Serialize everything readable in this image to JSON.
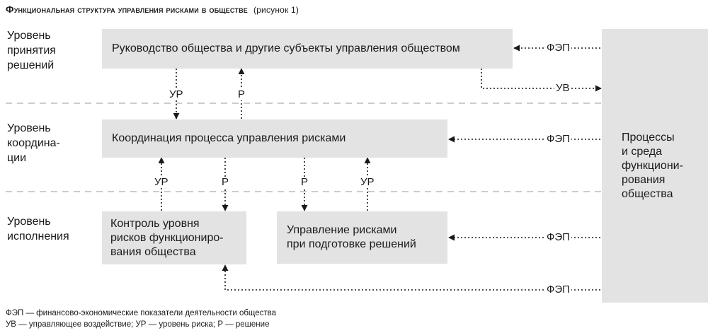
{
  "title": "Функциональная структура управления рисками в обществе",
  "title_ref": "(рисунок 1)",
  "levels": {
    "decision": [
      "Уровень",
      "принятия",
      "решений"
    ],
    "coordination": [
      "Уровень",
      "координа-",
      "ции"
    ],
    "execution": [
      "Уровень",
      "исполнения"
    ]
  },
  "boxes": {
    "management": "Руководство общества и другие субъекты управления обществом",
    "coordination": "Координация процесса управления рисками",
    "control": [
      "Контроль уровня",
      "рисков функциониро-",
      "вания общества"
    ],
    "decision_risk": [
      "Управление рисками",
      "при подготовке решений"
    ],
    "processes": [
      "Процессы",
      "и среда",
      "функциони-",
      "рования",
      "общества"
    ]
  },
  "labels": {
    "fep": "ФЭП",
    "uv": "УВ",
    "ur": "УР",
    "r": "Р"
  },
  "legend": {
    "line1": "ФЭП — финансово-экономические показатели деятельности общества",
    "line2": "УВ — управляющее воздействие;  УР — уровень риска;  Р — решение"
  }
}
